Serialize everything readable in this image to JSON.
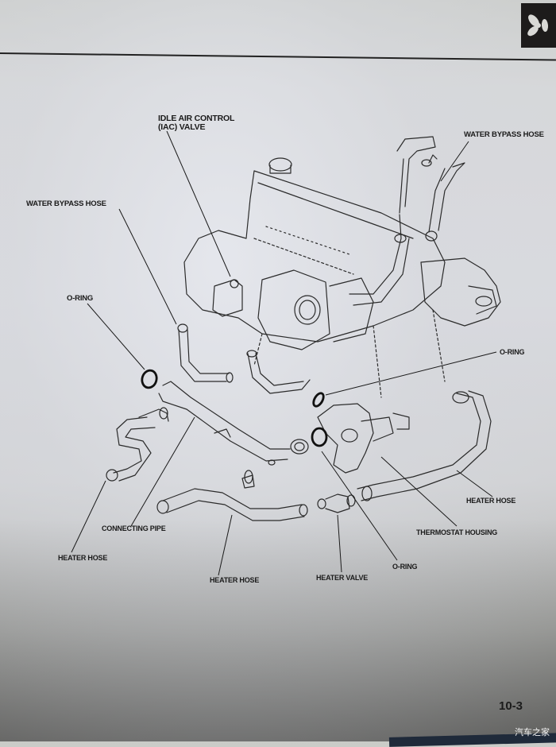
{
  "document": {
    "type": "service manual page (photographed)",
    "page_number": "10-3",
    "watermark": "汽车之家",
    "section_tab_icon": "fan-icon"
  },
  "callouts": [
    {
      "id": "iac-valve",
      "text_line1": "IDLE AIR CONTROL",
      "text_line2": "(IAC) VALVE"
    },
    {
      "id": "water-bypass-hose-right",
      "text": "WATER BYPASS HOSE"
    },
    {
      "id": "water-bypass-hose-left",
      "text": "WATER BYPASS HOSE"
    },
    {
      "id": "o-ring-left",
      "text": "O-RING"
    },
    {
      "id": "o-ring-right",
      "text": "O-RING"
    },
    {
      "id": "heater-hose-right",
      "text": "HEATER HOSE"
    },
    {
      "id": "connecting-pipe",
      "text": "CONNECTING PIPE"
    },
    {
      "id": "thermostat-housing",
      "text": "THERMOSTAT HOUSING"
    },
    {
      "id": "heater-hose-left",
      "text": "HEATER HOSE"
    },
    {
      "id": "heater-hose-center",
      "text": "HEATER HOSE"
    },
    {
      "id": "heater-valve",
      "text": "HEATER VALVE"
    },
    {
      "id": "o-ring-bottom",
      "text": "O-RING"
    }
  ]
}
